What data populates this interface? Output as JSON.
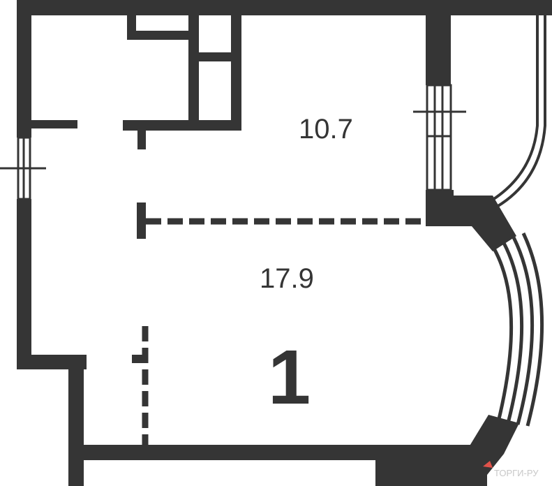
{
  "rooms": {
    "kitchen_area": "10.7",
    "living_area": "17.9"
  },
  "room_count": "1",
  "watermark": "ТОРГИ-РУ",
  "colors": {
    "wall": "#353535",
    "background": "#ffffff",
    "watermark": "#c8c8c8",
    "watermark_accent": "#e0524a"
  }
}
